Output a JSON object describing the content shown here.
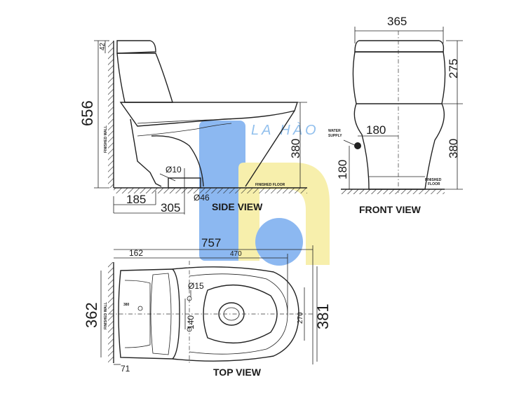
{
  "side_view": {
    "title": "SIDE VIEW",
    "total_height": "656",
    "lid_height": "42",
    "rough_in_height": "380",
    "wall_distance": "185",
    "outlet_distance": "305",
    "small_pipe": "Ø10",
    "outlet_pipe": "Ø46",
    "wall_label": "FINISHED WALL",
    "floor_label": "FINISHED FLOOR"
  },
  "front_view": {
    "title": "FRONT VIEW",
    "width": "365",
    "tank_height": "275",
    "base_height": "380",
    "supply_offset": "180",
    "supply_height": "180",
    "supply_label_1": "WATER",
    "supply_label_2": "SUPPLY",
    "floor_label_1": "FINISHED",
    "floor_label_2": "FLOOR"
  },
  "top_view": {
    "title": "TOP VIEW",
    "length": "757",
    "wall_to_tank": "162",
    "bowl_length": "470",
    "tank_width": "362",
    "total_width": "381",
    "bowl_width": "270",
    "hole_spacing": "140",
    "hole_diameter": "Ø15",
    "wall_offset": "71",
    "small_label": "380",
    "wall_label": "FINISHED WALL"
  },
  "watermark": {
    "text": "LA HÀO",
    "blue": "#2f7fe6",
    "yellow": "#f2e36a"
  }
}
